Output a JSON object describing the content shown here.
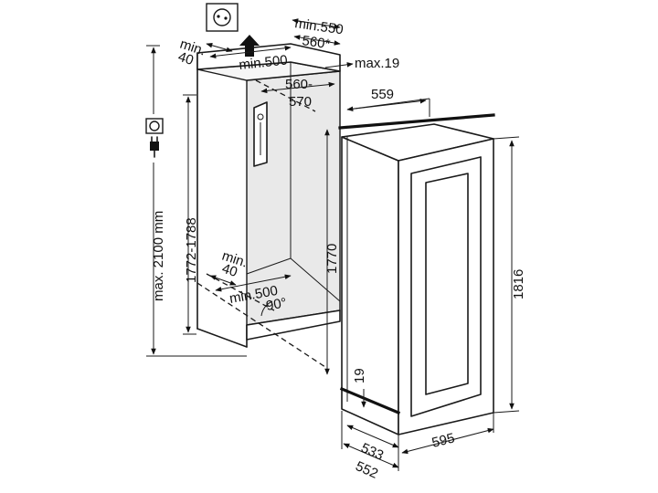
{
  "labels": {
    "min550": "min.550",
    "d560s": "560*",
    "min40_top": "min.",
    "min40_top_v": "40",
    "min500_top": "min.500",
    "max19": "max.19",
    "d560_570_a": "560-",
    "d560_570_b": "570",
    "d559": "559",
    "max2100": "max. 2100 mm",
    "d1772": "1772-1788",
    "d1770": "1770",
    "d1816": "1816",
    "min40_bot": "min.",
    "min40_bot_v": "40",
    "min500_bot": "min.500",
    "deg90": "90°",
    "d19": "19",
    "d533": "533",
    "d552": "552",
    "d595": "595"
  },
  "icons": [
    "power-outlet-icon",
    "plug-icon",
    "arrow-up-icon"
  ]
}
